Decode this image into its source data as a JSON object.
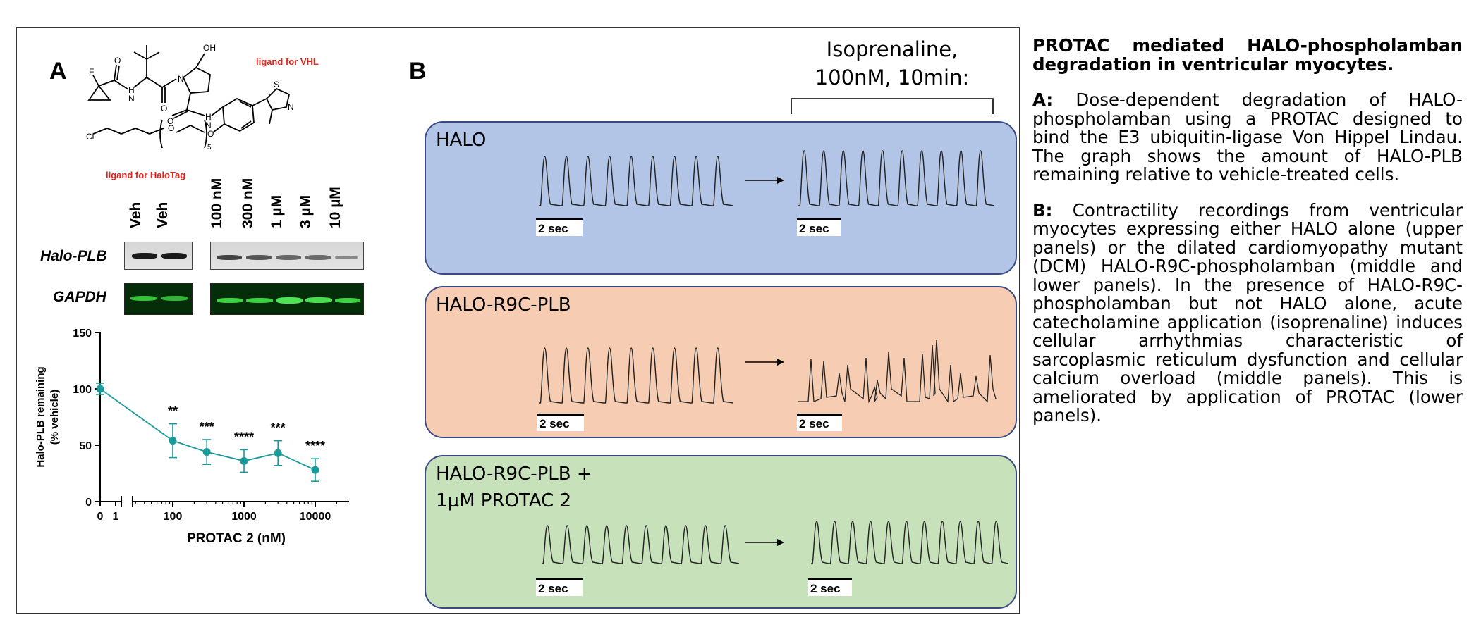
{
  "panel_a": {
    "letter": "A",
    "ligand_vhl": "ligand for VHL",
    "ligand_halotag": "ligand for HaloTag",
    "lanes": [
      "Veh",
      "Veh",
      "100 nM",
      "300 nM",
      "1 µM",
      "3 µM",
      "10 µM"
    ],
    "row_labels": [
      "Halo-PLB",
      "GAPDH"
    ],
    "chart": {
      "ylabel_line1": "Halo-PLB remaining",
      "ylabel_line2": "(% vehicle)",
      "xlabel": "PROTAC 2 (nM)",
      "yticks": [
        "0",
        "50",
        "100",
        "150"
      ],
      "xticks_linear": [
        "0",
        "1"
      ],
      "xticks_log": [
        "100",
        "1000",
        "10000"
      ]
    }
  },
  "chart_data": {
    "type": "line",
    "title": "",
    "xlabel": "PROTAC 2 (nM)",
    "ylabel": "Halo-PLB remaining (% vehicle)",
    "ylim": [
      0,
      150
    ],
    "xscale": "log (with broken axis for 0)",
    "series": [
      {
        "x": [
          0,
          100,
          300,
          1000,
          3000,
          10000
        ],
        "y": [
          100,
          54,
          44,
          36,
          43,
          28
        ],
        "error": [
          5,
          15,
          11,
          10,
          11,
          10
        ],
        "significance": [
          "",
          "**",
          "***",
          "****",
          "***",
          "****"
        ]
      }
    ],
    "color": "#1a9a9a"
  },
  "panel_b": {
    "letter": "B",
    "iso_line1": "Isoprenaline,",
    "iso_line2": "100nM, 10min:",
    "scale_label": "2 sec",
    "conditions": [
      {
        "label_line1": "HALO",
        "label_line2": "",
        "color": "#b2c5e6"
      },
      {
        "label_line1": "HALO-R9C-PLB",
        "label_line2": "",
        "color": "#f6cdb2"
      },
      {
        "label_line1": "HALO-R9C-PLB +",
        "label_line2": "1µM PROTAC 2",
        "color": "#c7e1bb"
      }
    ]
  },
  "caption": {
    "title": "PROTAC mediated HALO-phospholamban degradation in ventricular myocytes.",
    "a_key": "A:",
    "a_text": " Dose-dependent degradation of HALO-phospholamban using a PROTAC designed to bind the E3 ubiquitin-ligase Von Hippel Lindau. The graph shows the amount of HALO-PLB remaining relative to vehicle-treated cells.",
    "b_key": "B:",
    "b_text": " Contractility recordings from ventricular myocytes expressing either HALO alone (upper panels) or the dilated cardiomyopathy mutant (DCM) HALO-R9C-phospholamban (middle and lower panels). In the presence of HALO-R9C-phospholamban but not HALO alone, acute catecholamine application (isoprenaline) induces cellular arrhythmias characteristic of sarcoplasmic reticulum dysfunction and cellular calcium overload (middle panels). This is ameliorated by application of PROTAC (lower panels)."
  }
}
